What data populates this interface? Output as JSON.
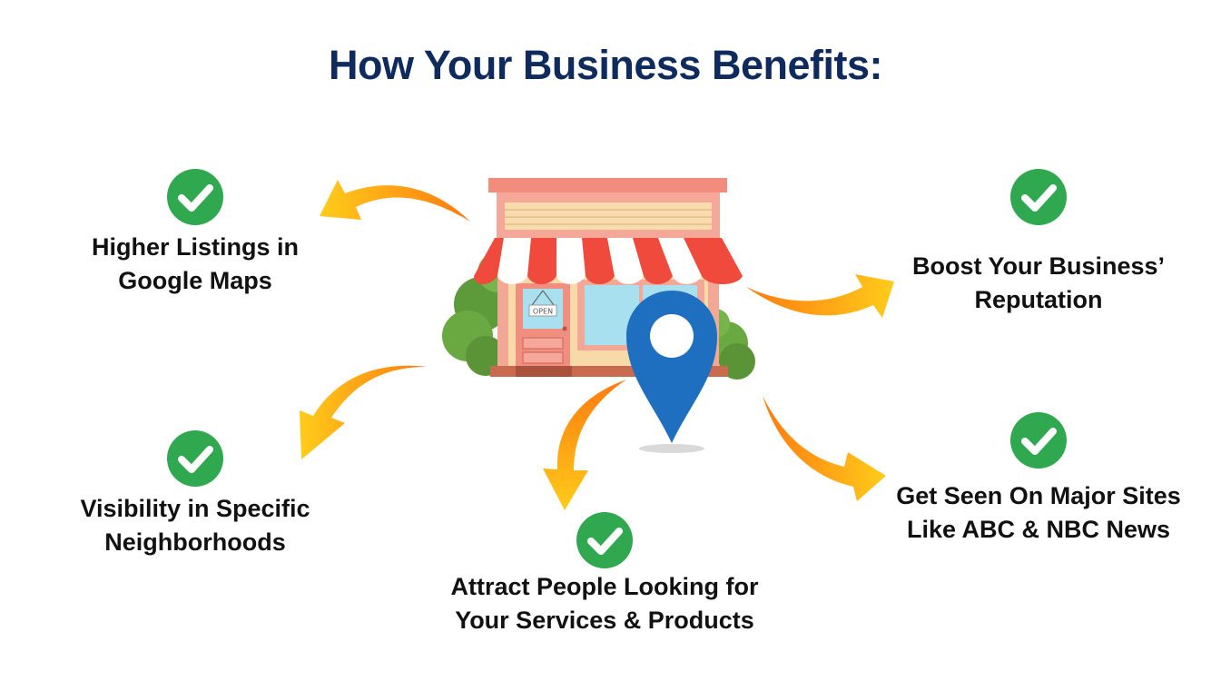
{
  "title": "How Your Business Benefits:",
  "colors": {
    "title": "#0f2a5c",
    "check": "#2fa84f",
    "arrow_start": "#ffcc1a",
    "arrow_end": "#ff7a10",
    "pin": "#1f6fc0"
  },
  "benefits": {
    "maps": "Higher Listings in Google Maps",
    "reputation": "Boost Your Business’ Reputation",
    "neighborhoods": "Visibility in Specific Neighborhoods",
    "attract": "Attract People Looking for Your Services & Products",
    "major": "Get Seen On Major Sites Like ABC & NBC News"
  },
  "store": {
    "sign": "OPEN",
    "icon": "storefront-icon",
    "pin_icon": "map-pin-icon"
  }
}
